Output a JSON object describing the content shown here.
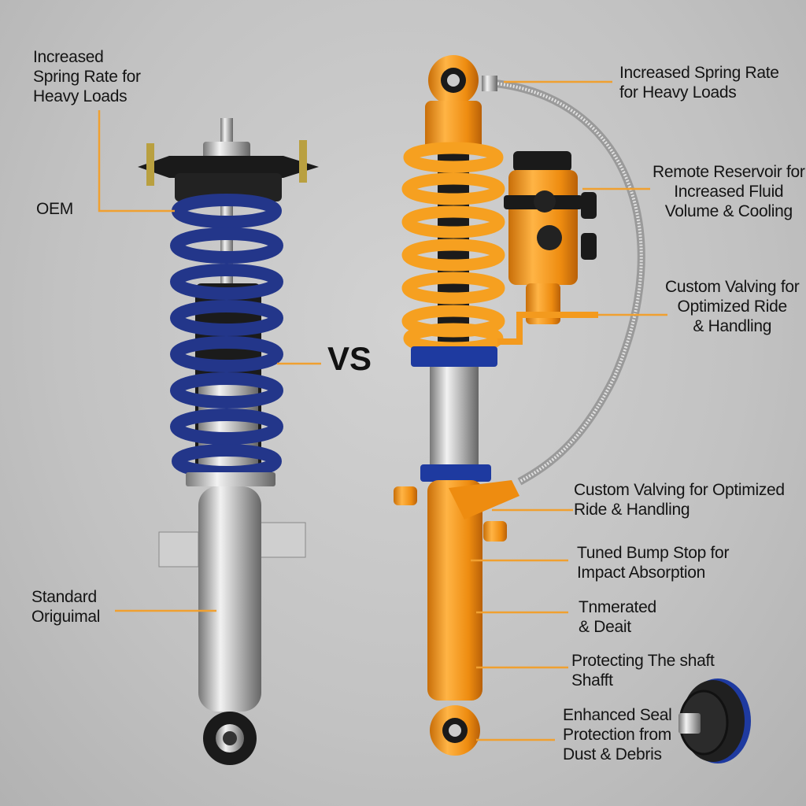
{
  "oem_side": {
    "spring_label": "Increased\nSpring Rate for\nHeavy Loads",
    "oem_label": "OEM",
    "standard_label": "Standard\nOriguimal"
  },
  "vs_label": "VS",
  "upgraded_side": {
    "spring_label": "Increased Spring Rate\nfor Heavy Loads",
    "reservoir_label": "Remote Reservoir for\nIncreased Fluid\nVolume & Cooling",
    "valving_label_1": "Custom Valving for\nOptimized Ride\n& Handling",
    "valving_label_2": "Custom Valving for Optimized\nRide & Handling",
    "bump_stop_label": "Tuned Bump Stop for\nImpact Absorption",
    "tnmerated_label": "Tnmerated\n& Deait",
    "shaft_label": "Protecting The shaft\nShafft",
    "seal_label": "Enhanced Seal\nProtection from\nDust & Debris"
  },
  "colors": {
    "leader": "#f0a030",
    "oem_spring": "#23368a",
    "upgraded_body": "#f39a1e",
    "collar": "#1e3aa0"
  }
}
